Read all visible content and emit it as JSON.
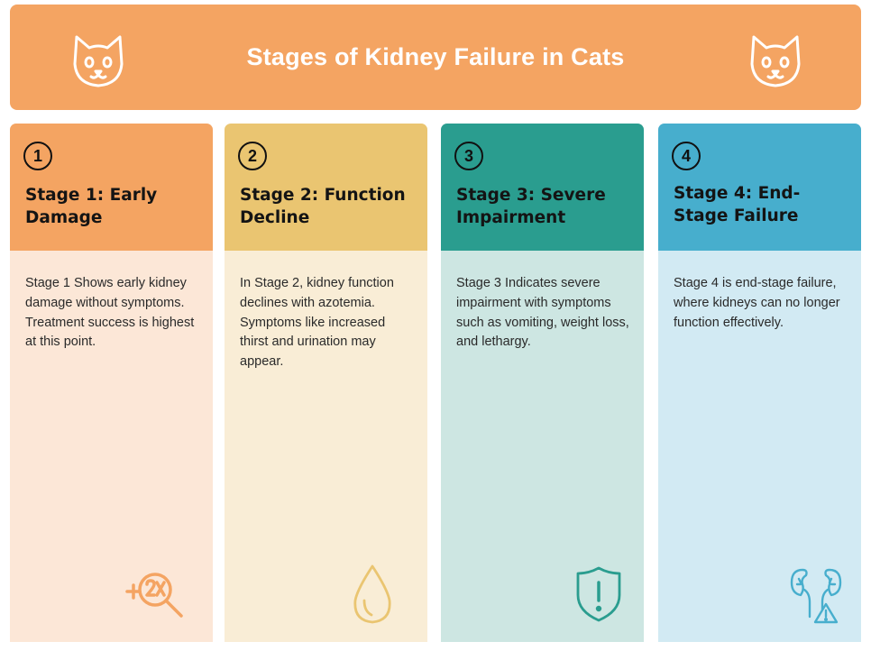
{
  "header": {
    "title": "Stages of Kidney Failure in Cats",
    "color": "#F4A462",
    "icon_left": "cat-face-icon",
    "icon_right": "cat-face-icon"
  },
  "stages": [
    {
      "number": "1",
      "title": "Stage 1: Early Damage",
      "description": "Stage 1 Shows early kidney damage without symptoms. Treatment success is highest at this point.",
      "head_color": "#F4A462",
      "body_color": "#FCE7D7",
      "icon": "magnify-2x-icon",
      "icon_color": "#F4A462"
    },
    {
      "number": "2",
      "title": "Stage 2: Function Decline",
      "description": "In Stage 2, kidney function declines with azotemia. Symptoms like increased thirst and urination may appear.",
      "head_color": "#EAC571",
      "body_color": "#F9EDD6",
      "icon": "water-drop-icon",
      "icon_color": "#EAC571"
    },
    {
      "number": "3",
      "title": "Stage 3: Severe Impairment",
      "description": "Stage 3 Indicates severe impairment with symptoms such as vomiting, weight loss, and lethargy.",
      "head_color": "#2A9D8F",
      "body_color": "#CDE6E2",
      "icon": "shield-alert-icon",
      "icon_color": "#2A9D8F"
    },
    {
      "number": "4",
      "title": "Stage 4: End-Stage Failure",
      "description": "Stage 4 is end-stage failure, where kidneys can no longer function effectively.",
      "head_color": "#47AECD",
      "body_color": "#D2EAF3",
      "icon": "kidney-warning-icon",
      "icon_color": "#47AECD"
    }
  ]
}
